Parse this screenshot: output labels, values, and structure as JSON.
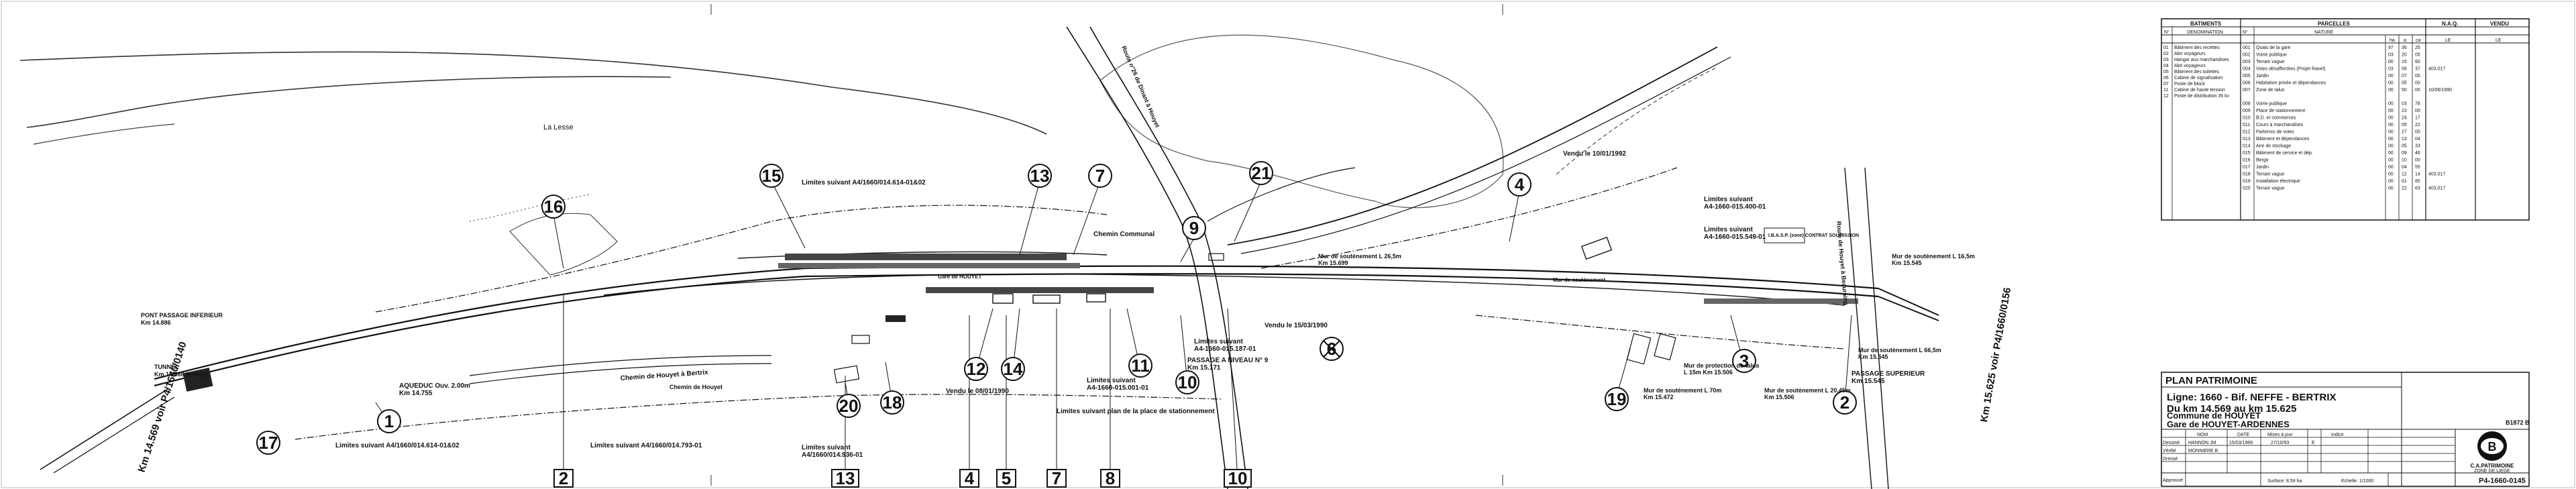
{
  "callouts": {
    "c1": "1",
    "c2": "2",
    "c3": "3",
    "c4": "4",
    "c5": "5",
    "c6": "6",
    "c7": "7",
    "c8": "8",
    "c9": "9",
    "c10": "10",
    "c11": "11",
    "c12": "12",
    "c13": "13",
    "c14": "14",
    "c15": "15",
    "c16": "16",
    "c17": "17",
    "c18": "18",
    "c19": "19",
    "c20": "20",
    "c21": "21"
  },
  "plan_labels": {
    "la_lesse": "La Lesse",
    "pont_passage": "PONT PASSAGE INFERIEUR",
    "pont_km": "Km 14.886",
    "tunnel": "TUNNEL",
    "tunnel_km": "Km 14.588 (entrée)",
    "km_left": "Km 14.569 voir P4/1660/0140",
    "km_right": "Km 15.625 voir P4/1660/0156",
    "limit_a4_614": "Limites suivant A4/1660/014.614-01&02",
    "limit_a4_614b": "Limites suivant A4/1660/014.614-01&02",
    "limit_a4_793": "Limites suivant A4/1660/014.793-01",
    "limit_a4_936_a": "Limites suivant",
    "limit_a4_936_b": "A4/1660/014.936-01",
    "limit_a4_400_a": "Limites suivant",
    "limit_a4_400_b": "A4-1660-015.400-01",
    "limit_a4_549_a": "Limites suivant",
    "limit_a4_549_b": "A4-1660-015.549-01",
    "limit_a4_001_a": "Limites suivant",
    "limit_a4_001_b": "A4-1660-015.001-01",
    "limit_plan": "Limites suivant plan de la place de stationnement",
    "limit_187_a": "Limites suivant",
    "limit_187_b": "A4-1660-015.187-01",
    "vendu_1990": "Vendu le 08/01/1990",
    "vendu_1992": "Vendu le 10/01/1992",
    "vendu_1990b": "Vendu le 15/03/1990",
    "chemin_houyet_bertrix": "Chemin de Houyet à Bertrix",
    "chemin_houyet": "Chemin de Houyet",
    "passage_niveau": "PASSAGE A NIVEAU N° 9",
    "pn_km": "Km 15.171",
    "passage_sup": "PASSAGE SUPERIEUR",
    "ps_km": "Km 15.545",
    "aqueduc": "AQUEDUC Ouv. 2.00m",
    "aqueduc_km": "Km 14.755",
    "mur_a": "Mur de soutènement L 26,5m",
    "mur_a_km": "Km 15.699",
    "mur_b": "Mur de soutènement L 16,5m",
    "mur_b_km": "Km 15.545",
    "mur_c": "Mur de soutènement L 70m",
    "mur_c_km": "Km 15.472",
    "mur_d": "Mur de soutènement L 20,45m",
    "mur_d_km": "Km 15.506",
    "mur_e": "Mur de soutènement L 66,5m",
    "mur_e_km": "Km 15.545",
    "protection": "Mur de protection de talus",
    "protection_km": "L 15m Km 15.506",
    "route_n": "Route n°26 de Dinant à Houyet",
    "route_fondry": "Route de Houyet à Beauraing",
    "ibs": "I.B.A.S.P. (zone) CONTRAT SOUMISSION",
    "gare": "Gare de HOUYET",
    "bat_mur": "Mur de soutènement",
    "canal": "Chemin Communal"
  },
  "legend": {
    "bat_title": "BATIMENTS",
    "parc_title": "PARCELLES",
    "naq_title": "N.A.Q.",
    "vendu_title": "VENDU",
    "col_no": "N°",
    "col_denom": "DENOMINATION",
    "col_nature": "NATURE",
    "col_ha": "ha",
    "col_a": "a",
    "col_ca": "ca",
    "col_le": "LE",
    "buildings": [
      {
        "n": "01",
        "d": "Bâtiment des recettes"
      },
      {
        "n": "02",
        "d": "Abri voyageurs"
      },
      {
        "n": "03",
        "d": "Hangar aux marchandises"
      },
      {
        "n": "04",
        "d": "Abri voyageurs"
      },
      {
        "n": "05",
        "d": "Bâtiment des toilettes"
      },
      {
        "n": "06",
        "d": "Cabine de signalisation"
      },
      {
        "n": "07",
        "d": "Poste de block"
      },
      {
        "n": "11",
        "d": "Cabine de haute tension"
      },
      {
        "n": "12",
        "d": "Poste de distribution 35 kv"
      }
    ],
    "parcels": [
      {
        "n": "001",
        "d": "Quais de la gare",
        "a": "97",
        "b": "36",
        "c": "25",
        "l": ""
      },
      {
        "n": "002",
        "d": "Voirie publique",
        "a": "03",
        "b": "20",
        "c": "05",
        "l": ""
      },
      {
        "n": "003",
        "d": "Terrain vague",
        "a": "00",
        "b": "15",
        "c": "60",
        "l": ""
      },
      {
        "n": "004",
        "d": "Voies désaffectées (Projet Ravel)",
        "a": "03",
        "b": "06",
        "c": "37",
        "l": "403.017"
      },
      {
        "n": "005",
        "d": "Jardin",
        "a": "00",
        "b": "07",
        "c": "00",
        "l": ""
      },
      {
        "n": "006",
        "d": "Habitation privée et dépendances",
        "a": "00",
        "b": "05",
        "c": "00",
        "l": ""
      },
      {
        "n": "007",
        "d": "Zone de talus",
        "a": "00",
        "b": "50",
        "c": "00",
        "l": "10/06/1990"
      },
      {
        "n": "008",
        "d": "Voirie publique",
        "a": "00",
        "b": "03",
        "c": "78",
        "l": ""
      },
      {
        "n": "009",
        "d": "Place de stationnement",
        "a": "00",
        "b": "23",
        "c": "00",
        "l": ""
      },
      {
        "n": "010",
        "d": "B.D. et commerces",
        "a": "00",
        "b": "24",
        "c": "17",
        "l": ""
      },
      {
        "n": "011",
        "d": "Cours à marchandises",
        "a": "00",
        "b": "05",
        "c": "22",
        "l": ""
      },
      {
        "n": "012",
        "d": "Parterres de voies",
        "a": "00",
        "b": "27",
        "c": "00",
        "l": ""
      },
      {
        "n": "013",
        "d": "Bâtiment et dépendances",
        "a": "00",
        "b": "13",
        "c": "04",
        "l": ""
      },
      {
        "n": "014",
        "d": "Aire de stockage",
        "a": "00",
        "b": "05",
        "c": "33",
        "l": ""
      },
      {
        "n": "015",
        "d": "Bâtiment de service et dép.",
        "a": "00",
        "b": "09",
        "c": "46",
        "l": ""
      },
      {
        "n": "016",
        "d": "Berge",
        "a": "00",
        "b": "10",
        "c": "00",
        "l": ""
      },
      {
        "n": "017",
        "d": "Jardin",
        "a": "00",
        "b": "04",
        "c": "55",
        "l": ""
      },
      {
        "n": "018",
        "d": "Terrain vague",
        "a": "00",
        "b": "12",
        "c": "14",
        "l": "403.017"
      },
      {
        "n": "019",
        "d": "Installation électrique",
        "a": "00",
        "b": "01",
        "c": "85",
        "l": ""
      },
      {
        "n": "020",
        "d": "Terrain vague",
        "a": "00",
        "b": "22",
        "c": "63",
        "l": "403.017"
      }
    ]
  },
  "title_block": {
    "heading": "PLAN PATRIMOINE",
    "line": "Ligne: 1660 - Bif. NEFFE - BERTRIX",
    "range": "Du km 14.569 au km 15.625",
    "commune": "Commune de HOUYET",
    "gare": "Gare de HOUYET-ARDENNES",
    "sheet_code": "B1872 B",
    "logo_letter": "B",
    "org_1": "C.A.PATRIMOINE",
    "org_2": "ZONE DE LIEGE",
    "row_labels": [
      "Dessiné",
      "Vérifié",
      "Dressé",
      "Approuvé"
    ],
    "col_nom": "NOM",
    "col_date": "DATE",
    "col_mise": "Mises à jour",
    "col_indice": "Indice",
    "dessine_nom": "HANNON JM",
    "dessine_date": "15/03/1989",
    "verifie_nom": "MONNIERE B",
    "mise_date": "27/10/93",
    "indice": "E",
    "surface": "Surface: 8,59 ha",
    "echelle": "Echelle: 1/1000",
    "ref": "P4-1660-0145"
  }
}
